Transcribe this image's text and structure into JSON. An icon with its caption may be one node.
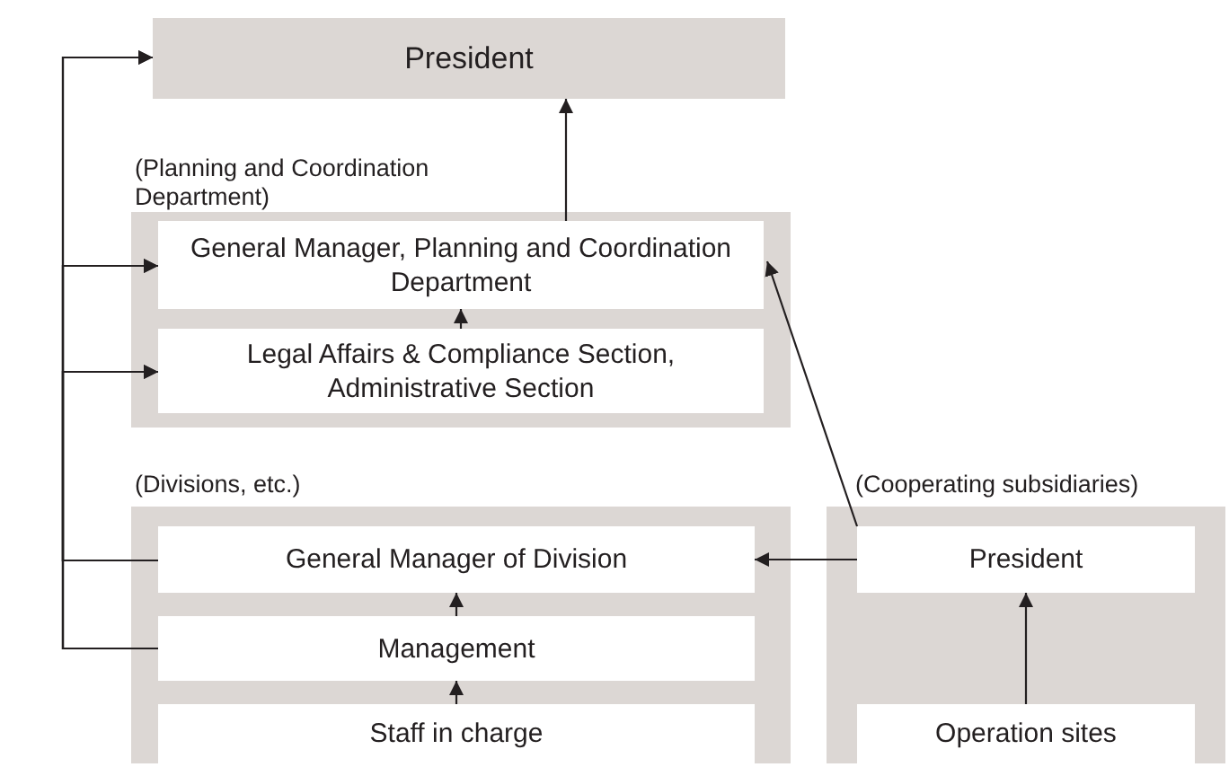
{
  "diagram": {
    "nodes": [
      {
        "text": [
          "President"
        ]
      },
      {
        "text": [
          "(Planning and Coordination Department)"
        ]
      },
      {
        "text": [
          "General Manager, Planning and Coordination Department"
        ],
        "in": 1
      },
      {
        "text": [
          "Legal Affairs & Compliance Section, Administrative Section"
        ],
        "in": 1
      },
      {
        "text": [
          "(Divisions, etc.)"
        ]
      },
      {
        "text": [
          "General Manager of Division"
        ],
        "in": 4
      },
      {
        "text": [
          "Management"
        ],
        "in": 4
      },
      {
        "text": [
          "Staff in charge"
        ],
        "in": 4
      },
      {
        "text": [
          "(Cooperating subsidiaries)"
        ]
      },
      {
        "text": [
          "President"
        ],
        "in": 8
      },
      {
        "text": [
          "Operation sites"
        ],
        "in": 8
      }
    ],
    "edges": [
      {
        "from": 2,
        "to": 0,
        "arrow": "to"
      },
      {
        "from": 3,
        "to": 2,
        "arrow": "to"
      },
      {
        "from": 9,
        "to": 2,
        "arrow": "to"
      },
      {
        "from": 5,
        "to": 0,
        "arrow": "to"
      },
      {
        "from": 5,
        "to": 2,
        "arrow": "to"
      },
      {
        "from": 5,
        "to": 3,
        "arrow": "to"
      },
      {
        "from": 6,
        "to": 0,
        "arrow": "to"
      },
      {
        "from": 6,
        "to": 2,
        "arrow": "to"
      },
      {
        "from": 6,
        "to": 3,
        "arrow": "to"
      },
      {
        "from": 6,
        "to": 5,
        "arrow": "to"
      },
      {
        "from": 7,
        "to": 6,
        "arrow": "to"
      },
      {
        "from": 9,
        "to": 5,
        "arrow": "to"
      },
      {
        "from": 10,
        "to": 9,
        "arrow": "to"
      }
    ]
  }
}
